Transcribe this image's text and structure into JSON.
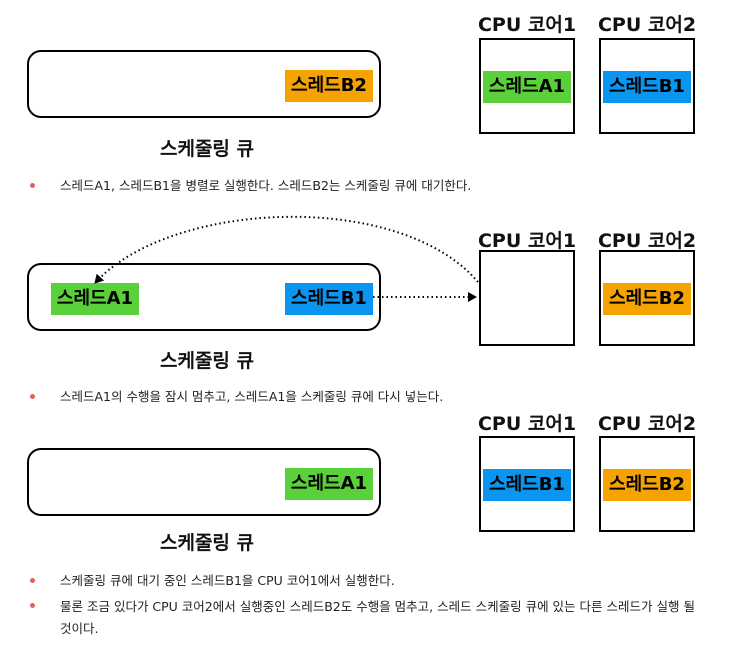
{
  "colors": {
    "green": "#5ad13a",
    "blue": "#0a96f0",
    "orange": "#f5a300"
  },
  "labels": {
    "core1": "CPU 코어1",
    "core2": "CPU 코어2",
    "queue": "스케줄링 큐"
  },
  "threads": {
    "a1": "스레드A1",
    "b1": "스레드B1",
    "b2": "스레드B2"
  },
  "notes": {
    "n1": "스레드A1, 스레드B1을 병렬로 실행한다. 스레드B2는 스케줄링 큐에 대기한다.",
    "n2": "스레드A1의 수행을 잠시 멈추고, 스레드A1을 스케줄링 큐에 다시 넣는다.",
    "n3": "스케줄링 큐에 대기 중인 스레드B1을 CPU 코어1에서 실행한다.",
    "n4": "물론 조금 있다가 CPU 코어2에서 실행중인 스레드B2도 수행을 멈추고, 스레드 스케줄링 큐에 있는 다른 스레드가 실행 될 것이다."
  }
}
